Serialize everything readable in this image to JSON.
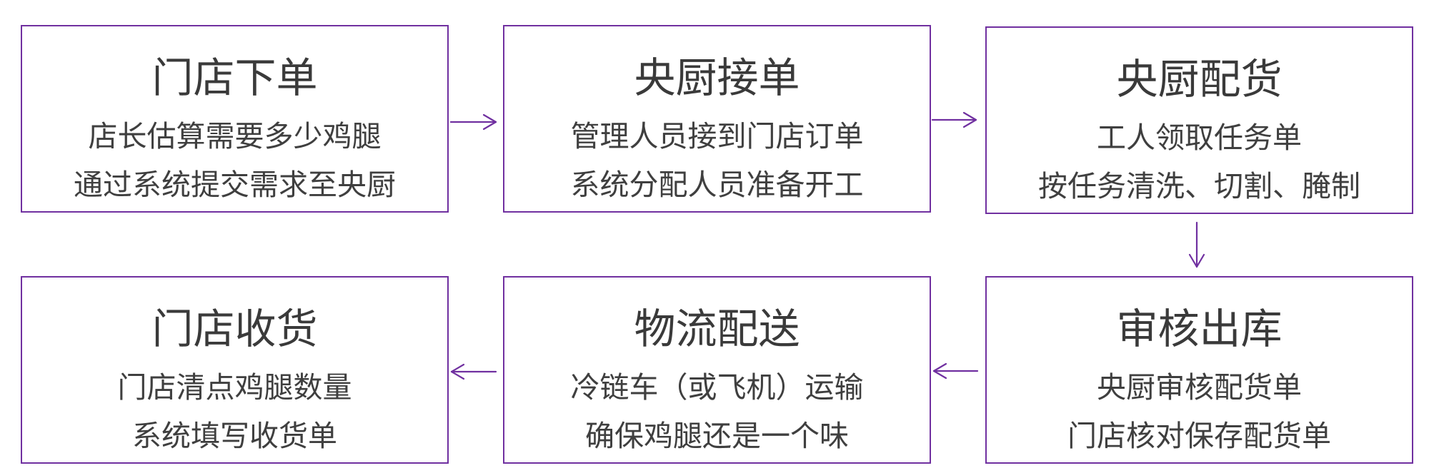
{
  "colors": {
    "border": "#7030a0",
    "arrow": "#7030a0",
    "text": "#3a3a3a"
  },
  "steps": [
    {
      "title": "门店下单",
      "lines": [
        "店长估算需要多少鸡腿",
        "通过系统提交需求至央厨"
      ]
    },
    {
      "title": "央厨接单",
      "lines": [
        "管理人员接到门店订单",
        "系统分配人员准备开工"
      ]
    },
    {
      "title": "央厨配货",
      "lines": [
        "工人领取任务单",
        "按任务清洗、切割、腌制"
      ]
    },
    {
      "title": "审核出库",
      "lines": [
        "央厨审核配货单",
        "门店核对保存配货单"
      ]
    },
    {
      "title": "物流配送",
      "lines": [
        "冷链车（或飞机）运输",
        "确保鸡腿还是一个味"
      ]
    },
    {
      "title": "门店收货",
      "lines": [
        "门店清点鸡腿数量",
        "系统填写收货单"
      ]
    }
  ],
  "flow": [
    "step-1",
    "step-2",
    "step-3",
    "step-4",
    "step-5",
    "step-6"
  ]
}
